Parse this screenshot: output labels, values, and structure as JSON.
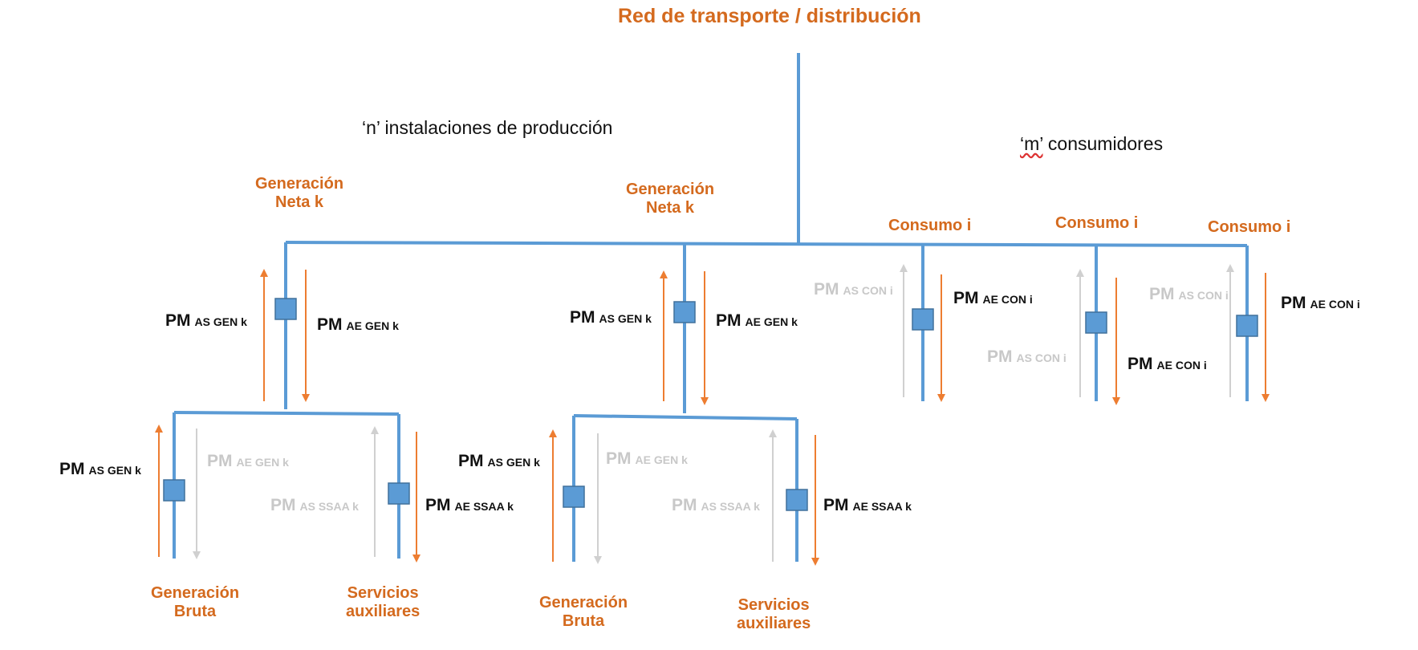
{
  "title": "Red de transporte / distribución",
  "group_production": {
    "quote_var": "‘n’",
    "rest": " instalaciones de producción"
  },
  "group_consumers": {
    "quote_var": "‘m’",
    "rest": " consumidores"
  },
  "nodes": {
    "generacion_neta": [
      "Generación",
      "Neta k"
    ],
    "consumo": "Consumo i",
    "generacion_bruta": [
      "Generación",
      "Bruta"
    ],
    "servicios_auxiliares": [
      "Servicios",
      "auxiliares"
    ]
  },
  "pm": {
    "prefix": "PM",
    "as_gen": "AS GEN k",
    "ae_gen": "AE GEN k",
    "as_ssaa": "AS SSAA k",
    "ae_ssaa": "AE SSAA k",
    "as_con": "AS CON i",
    "ae_con": "AE CON i"
  },
  "colors": {
    "line": "#5B9BD5",
    "node": "#5B9BD5",
    "node_border": "#41719C",
    "arrow_active": "#ED7D31",
    "arrow_inactive": "#D0D0D0",
    "label_accent": "#D46A1E"
  }
}
